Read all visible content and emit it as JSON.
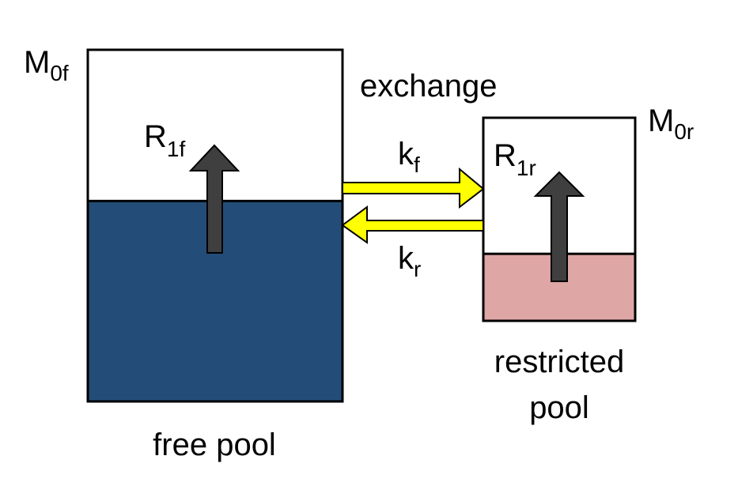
{
  "labels": {
    "m0f": {
      "main": "M",
      "sub": "0f"
    },
    "m0r": {
      "main": "M",
      "sub": "0r"
    },
    "r1f": {
      "main": "R",
      "sub": "1f"
    },
    "r1r": {
      "main": "R",
      "sub": "1r"
    },
    "kf": {
      "main": "k",
      "sub": "f"
    },
    "kr": {
      "main": "k",
      "sub": "r"
    },
    "exchange": "exchange",
    "free_pool": "free pool",
    "restricted_pool_line1": "restricted",
    "restricted_pool_line2": "pool"
  },
  "colors": {
    "free_fill": "#234d78",
    "restricted_fill": "#dfa6a6",
    "relax_arrow": "#3f3f3f",
    "exchange_arrow": "#ffff00",
    "outline": "#000000"
  },
  "fill_fraction": {
    "free_pool": 0.57,
    "restricted_pool": 0.33
  }
}
